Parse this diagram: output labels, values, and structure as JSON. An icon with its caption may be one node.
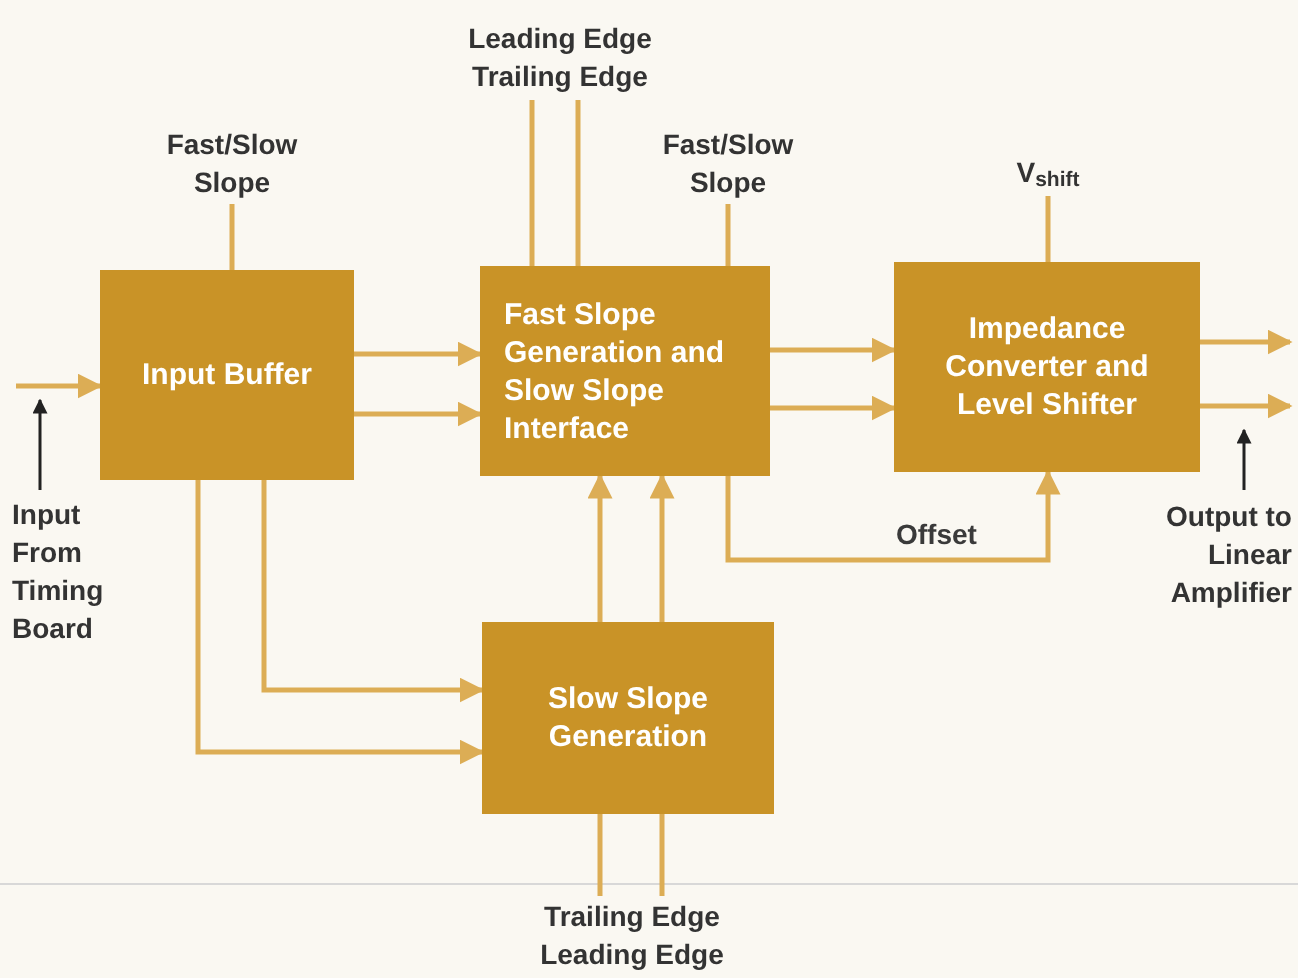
{
  "diagram": {
    "nodes": [
      {
        "text": [
          "Input Buffer"
        ]
      },
      {
        "text": [
          "Fast Slope Generation and Slow Slope Interface"
        ]
      },
      {
        "text": [
          "Impedance Converter and Level Shifter"
        ]
      },
      {
        "text": [
          "Slow Slope Generation"
        ]
      },
      {
        "text": [
          "Fast/Slow Slope"
        ]
      },
      {
        "text": [
          "Leading Edge",
          "Trailing Edge"
        ]
      },
      {
        "text": [
          "Fast/Slow Slope"
        ]
      },
      {
        "text": [
          "V$_{shift}$"
        ]
      },
      {
        "text": [
          "Input From Timing Board"
        ]
      },
      {
        "text": [
          "Output to Linear Amplifier"
        ]
      },
      {
        "text": [
          "Trailing Edge",
          "Leading Edge"
        ]
      }
    ],
    "edges": [
      {
        "from": null,
        "to": 0,
        "arrow": "to"
      },
      {
        "from": 0,
        "to": 1,
        "arrow": "to"
      },
      {
        "from": 0,
        "to": 1,
        "arrow": "to"
      },
      {
        "from": 1,
        "to": 2,
        "arrow": "to"
      },
      {
        "from": 1,
        "to": 2,
        "arrow": "to"
      },
      {
        "from": 2,
        "to": null,
        "arrow": "to"
      },
      {
        "from": 2,
        "to": null,
        "arrow": "to"
      },
      {
        "from": 0,
        "to": 3,
        "arrow": "to"
      },
      {
        "from": 0,
        "to": 3,
        "arrow": "to"
      },
      {
        "from": 3,
        "to": 1,
        "arrow": "to"
      },
      {
        "from": 3,
        "to": 1,
        "arrow": "to"
      },
      {
        "from": 1,
        "to": 2,
        "arrow": "to",
        "label": "Offset"
      },
      {
        "from": 4,
        "to": 0,
        "arrow": "none"
      },
      {
        "from": 5,
        "to": 1,
        "arrow": "none"
      },
      {
        "from": 5,
        "to": 1,
        "arrow": "none"
      },
      {
        "from": 6,
        "to": 1,
        "arrow": "none"
      },
      {
        "from": 7,
        "to": 2,
        "arrow": "none"
      },
      {
        "from": 10,
        "to": 3,
        "arrow": "none"
      },
      {
        "from": 10,
        "to": 3,
        "arrow": "none"
      },
      {
        "from": 8,
        "to": null,
        "arrow": "to",
        "color": "#222222"
      },
      {
        "from": 9,
        "to": 2,
        "arrow": "to",
        "color": "#222222"
      }
    ]
  }
}
